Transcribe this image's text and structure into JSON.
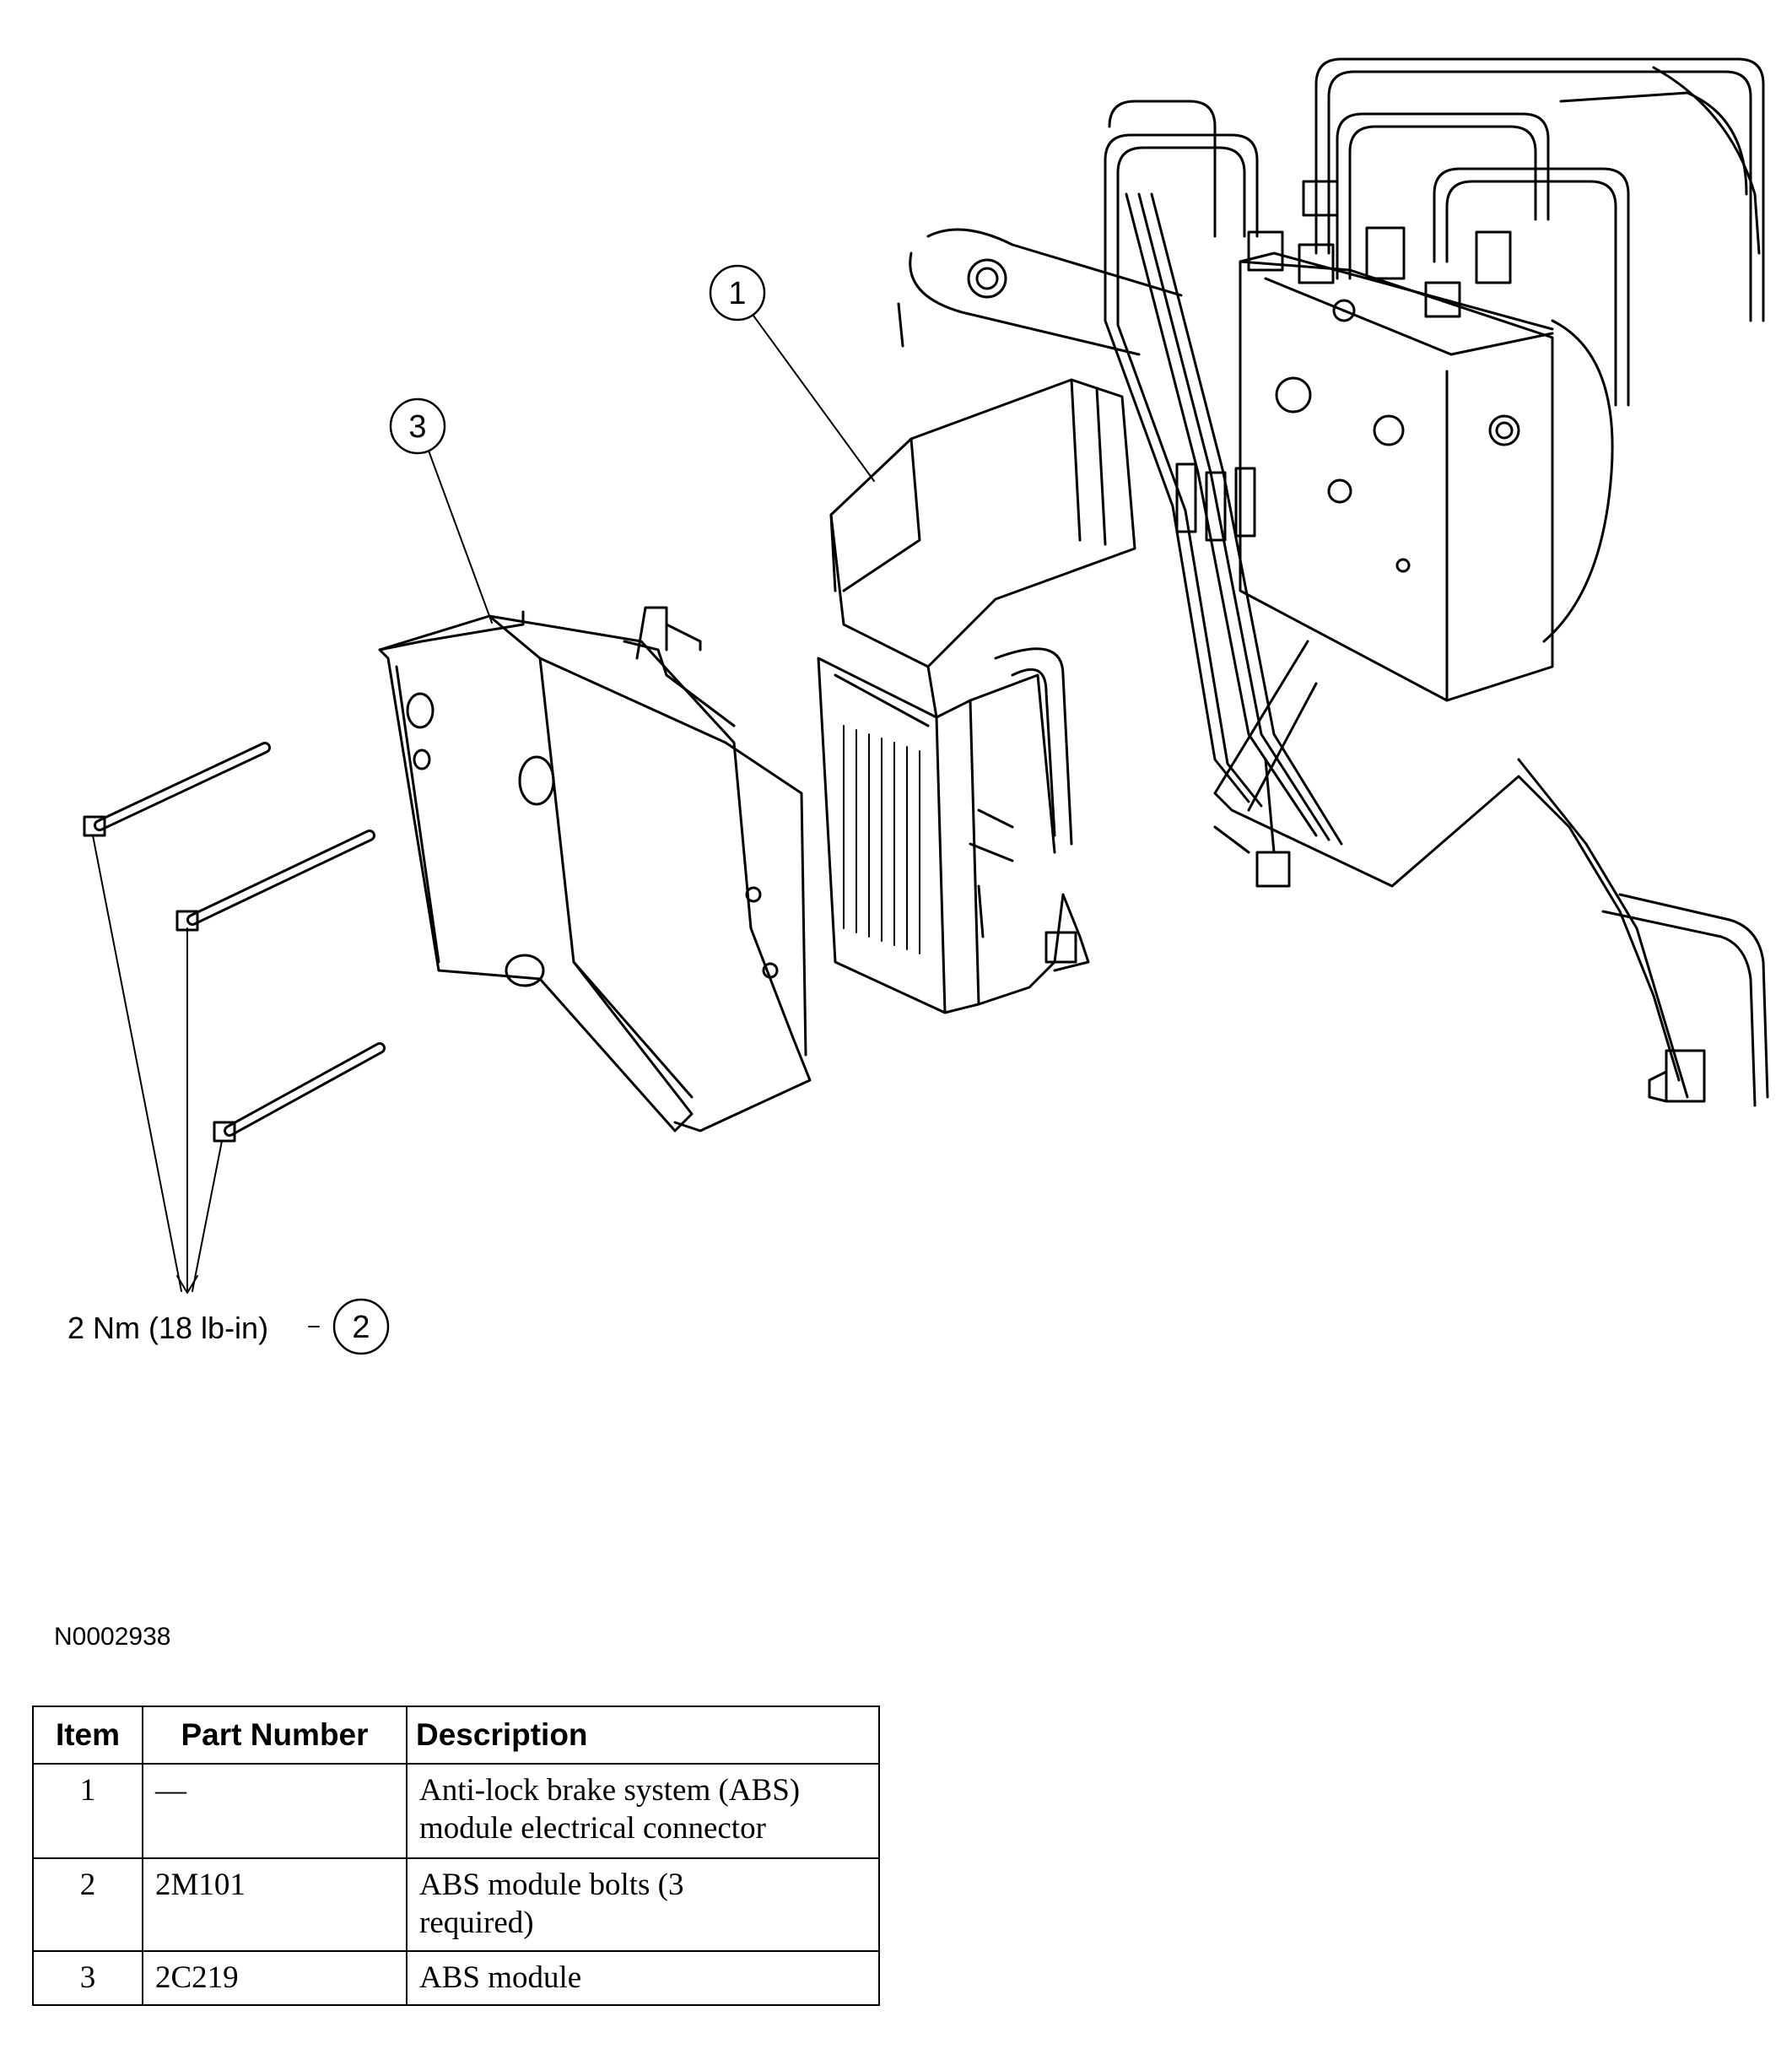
{
  "diagram": {
    "callouts": [
      {
        "number": "1",
        "label": "connector"
      },
      {
        "number": "2",
        "label": "bolts"
      },
      {
        "number": "3",
        "label": "module"
      }
    ],
    "torque_spec": "2 Nm (18 lb-in)"
  },
  "figure_id": "N0002938",
  "parts_table": {
    "headers": [
      "Item",
      "Part Number",
      "Description"
    ],
    "rows": [
      {
        "item": "1",
        "part_number": "—",
        "description_line1": "Anti-lock brake system (ABS)",
        "description_line2": "module electrical connector"
      },
      {
        "item": "2",
        "part_number": "2M101",
        "description_line1": "ABS module bolts (3",
        "description_line2": "required)"
      },
      {
        "item": "3",
        "part_number": "2C219",
        "description_line1": "ABS module",
        "description_line2": ""
      }
    ]
  }
}
